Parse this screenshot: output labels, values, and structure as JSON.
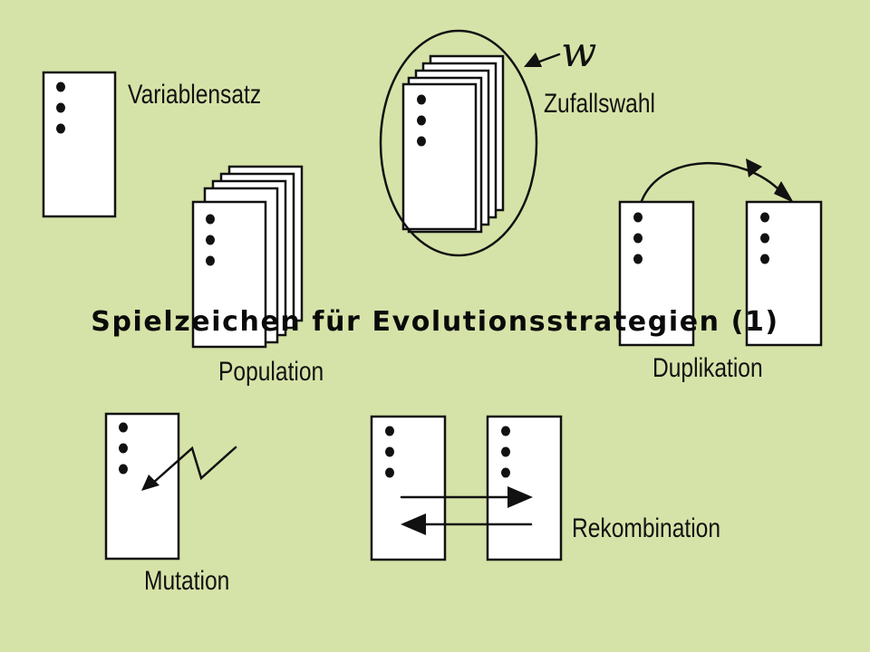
{
  "title": "Spielzeichen für Evolutionsstrategien (1)",
  "labels": {
    "variablensatz": "Variablensatz",
    "zufallswahl": "Zufallswahl",
    "zufallswahl_symbol": "w",
    "population": "Population",
    "duplikation": "Duplikation",
    "mutation": "Mutation",
    "rekombination": "Rekombination"
  },
  "colors": {
    "background": "#d6e3a8",
    "card_fill": "#ffffff",
    "ink": "#111111"
  }
}
